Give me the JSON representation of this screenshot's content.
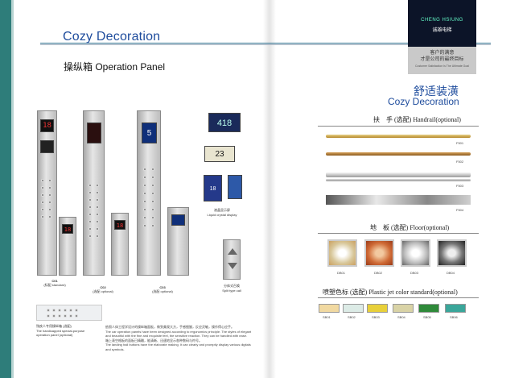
{
  "brand": {
    "name_en": "CHENG HSIUNG",
    "name_cn": "诚雄电梯",
    "slogan_cn_1": "客户的满意",
    "slogan_cn_2": "才是公司的最终目标",
    "slogan_en": "Customer Satisfaction Is The Ultimate Goal"
  },
  "left": {
    "title": "Cozy Decoration",
    "section_title": "操纵箱 Operation Panel",
    "panels": [
      {
        "code": "C01",
        "note": "(标配 standard)"
      },
      {
        "code": "C02",
        "note": "(选配 optional)"
      },
      {
        "code": "C03",
        "note": "(选配 optional)"
      }
    ],
    "lcd_caption_cn": "液晶显示屏",
    "lcd_caption_en": "Liquid crystal display",
    "split_caption_cn": "分体式召唤",
    "split_caption_en": "Split type call",
    "handicap_caption_cn": "残疾人专用操纵箱 (选配)",
    "handicap_caption_en_1": "The handicapped special-purpose",
    "handicap_caption_en_2": "operation panel (optional)",
    "desc_1": "依照人体工程学设计的操纵箱面板，做到美观大方，手感细腻，反应灵敏，操作得心应手。",
    "desc_2": "The car operation panels have been designed according to ergonomics principle. The styles of elegant and beautiful with the fine and exquisite feel, the sensitive reaction. They can be handled with ease.",
    "desc_3": "箱上表空格板的面板已精雕，能清晰、迅速地显示各种数码与符号。",
    "desc_4": "The landing hall buttons have the elaborate making. It can clearly and promptly display various digitals and symbols.",
    "display_values": [
      "18",
      "18",
      "5",
      "418",
      "23",
      "18"
    ]
  },
  "right": {
    "title_cn": "舒适装潢",
    "title_en": "Cozy Decoration",
    "handrail_title": "扶　手 (选配) Handrail(optional)",
    "handrails": [
      {
        "code": "F501",
        "color": "#c9a24a"
      },
      {
        "code": "F502",
        "color": "#a8782e"
      },
      {
        "code": "F503",
        "color": "#c8c8c8"
      },
      {
        "code": "F504",
        "color": "#8a8a8a"
      }
    ],
    "floor_title": "地　板 (选配) Floor(optional)",
    "floors": [
      {
        "code": "DB01",
        "color": "#d9c795"
      },
      {
        "code": "DB02",
        "color": "#c96a3a"
      },
      {
        "code": "DB03",
        "color": "#d8d8d8"
      },
      {
        "code": "DB04",
        "color": "#5a5a5a"
      }
    ],
    "plastic_title": "喷塑色标 (选配) Plastic jet color standard(optional)",
    "swatches": [
      {
        "code": "SB01",
        "color": "#f1d9a1"
      },
      {
        "code": "SB02",
        "color": "#dcebe6"
      },
      {
        "code": "SB03",
        "color": "#e8d03a"
      },
      {
        "code": "SB04",
        "color": "#d9d3a6"
      },
      {
        "code": "SB05",
        "color": "#2f8a3a"
      },
      {
        "code": "SB06",
        "color": "#3aa69a"
      }
    ]
  }
}
